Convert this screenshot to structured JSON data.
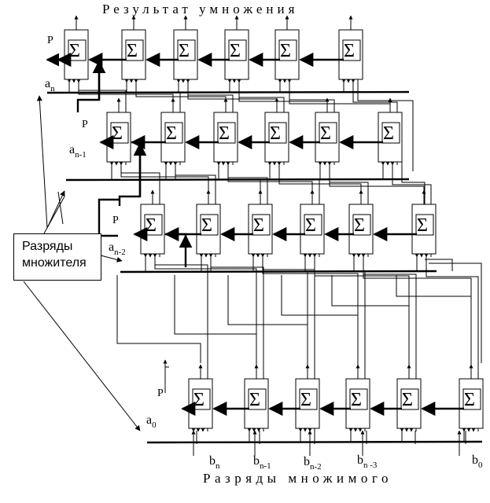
{
  "title": "Результат умножения",
  "footer": "Разряды множимого",
  "callout": {
    "line1": "Разряды",
    "line2": "множителя"
  },
  "sum_symbol": "Σ",
  "carry_label": "P",
  "multiplier_labels": [
    {
      "base": "a",
      "sub": "n"
    },
    {
      "base": "a",
      "sub": "n-1"
    },
    {
      "base": "a",
      "sub": "n-2"
    },
    {
      "base": "a",
      "sub": "0"
    }
  ],
  "multiplicand_labels": [
    {
      "base": "b",
      "sub": "n"
    },
    {
      "base": "b",
      "sub": "n-1"
    },
    {
      "base": "b",
      "sub": "n-2"
    },
    {
      "base": "b",
      "sub": "n -3"
    },
    {
      "base": "b",
      "sub": "0"
    }
  ],
  "colors": {
    "ink": "#000000",
    "background": "#ffffff"
  }
}
